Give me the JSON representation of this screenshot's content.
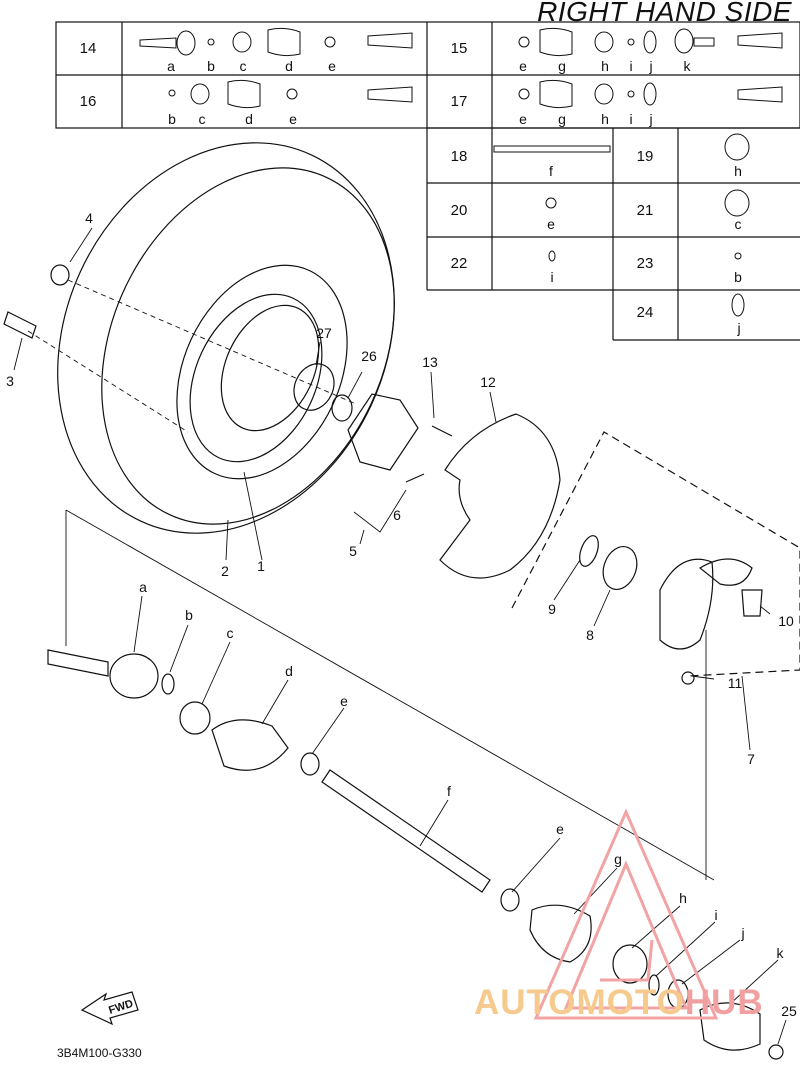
{
  "title": "RIGHT HAND SIDE",
  "diagram_code": "3B4M100-G330",
  "fwd_label": "FWD",
  "watermark": {
    "part1": "AUTOMOTO",
    "part2": "HUB"
  },
  "kit_table": [
    {
      "ref": "14",
      "letters": [
        "a",
        "b",
        "c",
        "d",
        "e"
      ]
    },
    {
      "ref": "15",
      "letters": [
        "e",
        "g",
        "h",
        "i",
        "j",
        "k"
      ]
    },
    {
      "ref": "16",
      "letters": [
        "b",
        "c",
        "d",
        "e"
      ]
    },
    {
      "ref": "17",
      "letters": [
        "e",
        "g",
        "h",
        "i",
        "j"
      ]
    },
    {
      "ref": "18",
      "letters": [
        "f"
      ]
    },
    {
      "ref": "19",
      "letters": [
        "h"
      ]
    },
    {
      "ref": "20",
      "letters": [
        "e"
      ]
    },
    {
      "ref": "21",
      "letters": [
        "c"
      ]
    },
    {
      "ref": "22",
      "letters": [
        "i"
      ]
    },
    {
      "ref": "23",
      "letters": [
        "b"
      ]
    },
    {
      "ref": "24",
      "letters": [
        "j"
      ]
    }
  ],
  "callouts": [
    "1",
    "2",
    "3",
    "4",
    "5",
    "6",
    "7",
    "8",
    "9",
    "10",
    "11",
    "12",
    "13",
    "25",
    "26",
    "27",
    "a",
    "b",
    "c",
    "d",
    "e",
    "f",
    "e",
    "g",
    "h",
    "i",
    "j",
    "k"
  ]
}
